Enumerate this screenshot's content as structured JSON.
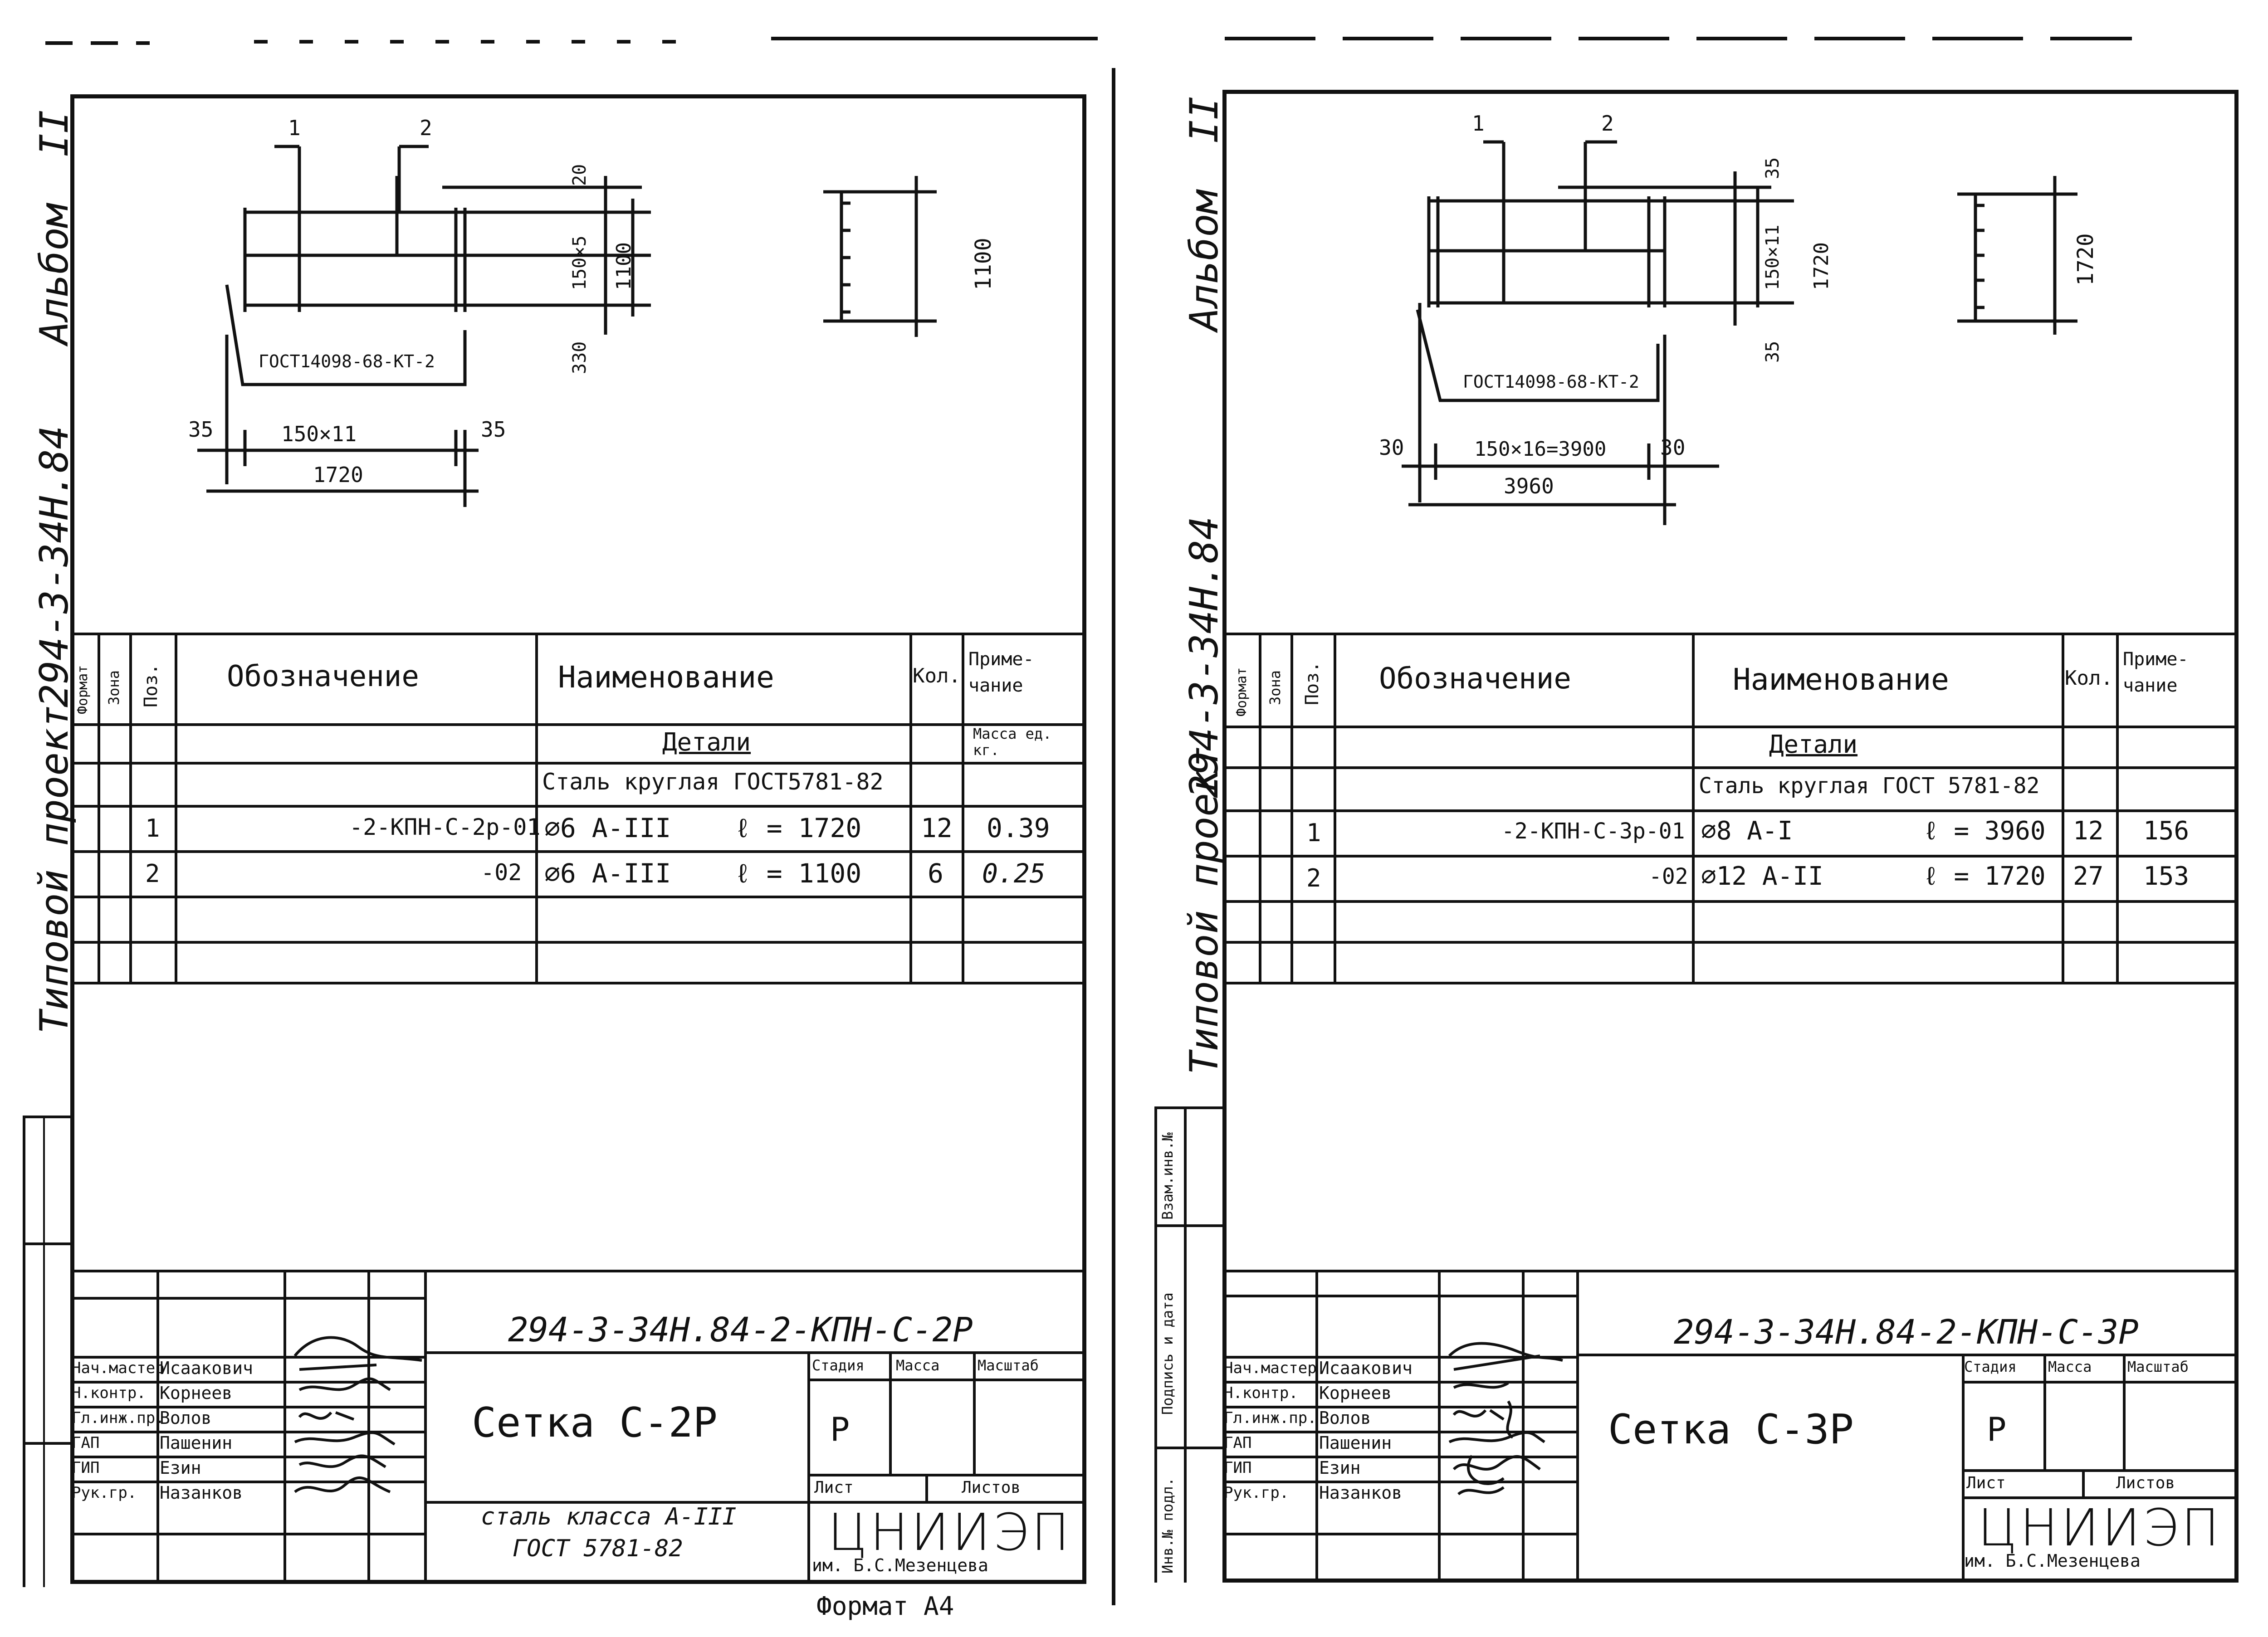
{
  "left": {
    "album": "Альбом",
    "album_num": "II",
    "project_label": "Типовой  проект",
    "project_code": "294-3-34Н.84",
    "drawing": {
      "pos1": "1",
      "pos2": "2",
      "leader": "ГОСТ14098-68-КТ-2",
      "d_top": "20",
      "d_mid": "150×5",
      "d_bot": "330",
      "d_height": "1100",
      "d_edge_l": "35",
      "d_span": "150×11",
      "d_edge_r": "35",
      "d_total": "1720",
      "d_side": "1100"
    },
    "table": {
      "h_format": "Формат",
      "h_zone": "Зона",
      "h_pos": "Поз.",
      "h_desig": "Обозначение",
      "h_name": "Наименование",
      "h_qty": "Кол.",
      "h_note": "Приме-чание",
      "section": "Детали",
      "mass_note": "Масса ед. кг.",
      "material": "Сталь круглая ГОСТ5781-82",
      "rows": [
        {
          "pos": "1",
          "desig": "-2-КПН-С-2р-01",
          "name": "⌀6 А-III",
          "len": "ℓ = 1720",
          "qty": "12",
          "note": "0.39"
        },
        {
          "pos": "2",
          "desig": "-02",
          "name": "⌀6 А-III",
          "len": "ℓ = 1100",
          "qty": "6",
          "note": "0.25"
        }
      ]
    },
    "title_block": {
      "code": "294-3-34Н.84-2-КПН-С-2Р",
      "name": "Сетка С-2Р",
      "material_line1": "сталь класса А-III",
      "material_line2": "ГОСТ 5781-82",
      "h_stage": "Стадия",
      "h_mass": "Масса",
      "h_scale": "Масштаб",
      "stage": "Р",
      "h_sheet": "Лист",
      "h_sheets": "Листов",
      "org": "ЦНИИЭП",
      "org_sub": "им. Б.С.Мезенцева",
      "roles": [
        {
          "role": "Нач.мастер",
          "name": "Исаакович"
        },
        {
          "role": "Н.контр.",
          "name": "Корнеев"
        },
        {
          "role": "Гл.инж.пр.",
          "name": "Волов"
        },
        {
          "role": "ГАП",
          "name": "Пашенин"
        },
        {
          "role": "ГИП",
          "name": "Езин"
        },
        {
          "role": "Рук.гр.",
          "name": "Назанков"
        }
      ]
    },
    "footer": "Формат А4"
  },
  "right": {
    "album": "Альбом",
    "album_num": "II",
    "project_label": "Типовой  проект",
    "project_code": "294-3-34Н.84",
    "side_stamp": [
      "Взам.инв.№",
      "Подпись и дата",
      "Инв.№ подл."
    ],
    "drawing": {
      "pos1": "1",
      "pos2": "2",
      "leader": "ГОСТ14098-68-КТ-2",
      "d_top": "35",
      "d_mid": "150×11",
      "d_height": "1720",
      "d_bot": "35",
      "d_edge_l": "30",
      "d_span": "150×16=3900",
      "d_edge_r": "30",
      "d_total": "3960",
      "d_side": "1720"
    },
    "table": {
      "h_format": "Формат",
      "h_zone": "Зона",
      "h_pos": "Поз.",
      "h_desig": "Обозначение",
      "h_name": "Наименование",
      "h_qty": "Кол.",
      "h_note": "Приме-чание",
      "section": "Детали",
      "material": "Сталь круглая ГОСТ 5781-82",
      "rows": [
        {
          "pos": "1",
          "desig": "-2-КПН-С-3р-01",
          "name": "⌀8 А-I",
          "len": "ℓ = 3960",
          "qty": "12",
          "note": "156"
        },
        {
          "pos": "2",
          "desig": "-02",
          "name": "⌀12 А-II",
          "len": "ℓ = 1720",
          "qty": "27",
          "note": "153"
        }
      ]
    },
    "title_block": {
      "code": "294-3-34Н.84-2-КПН-С-3Р",
      "name": "Сетка С-3Р",
      "h_stage": "Стадия",
      "h_mass": "Масса",
      "h_scale": "Масштаб",
      "stage": "Р",
      "h_sheet": "Лист",
      "h_sheets": "Листов",
      "org": "ЦНИИЭП",
      "org_sub": "им. Б.С.Мезенцева",
      "roles": [
        {
          "role": "Нач.мастер",
          "name": "Исаакович"
        },
        {
          "role": "Н.контр.",
          "name": "Корнеев"
        },
        {
          "role": "Гл.инж.пр.",
          "name": "Волов"
        },
        {
          "role": "ГАП",
          "name": "Пашенин"
        },
        {
          "role": "ГИП",
          "name": "Езин"
        },
        {
          "role": "Рук.гр.",
          "name": "Назанков"
        }
      ]
    }
  }
}
